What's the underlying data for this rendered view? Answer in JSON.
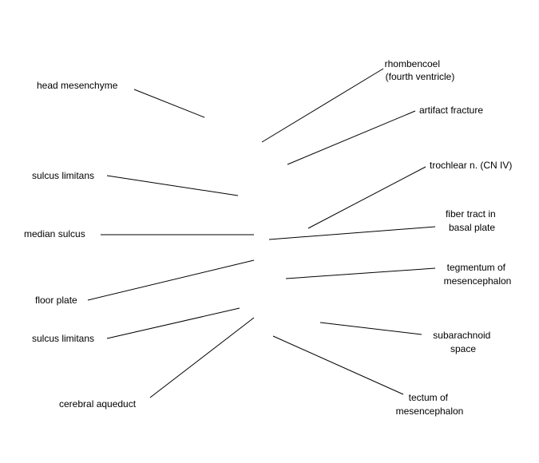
{
  "labels": {
    "head_mesenchyme": "head mesenchyme",
    "sulcus_limitans_upper": "sulcus limitans",
    "median_sulcus": "median sulcus",
    "floor_plate": "floor plate",
    "sulcus_limitans_lower": "sulcus limitans",
    "cerebral_aqueduct": "cerebral aqueduct",
    "rhombencoel": [
      "rhombencoel",
      "(fourth ventricle)"
    ],
    "artifact_fracture": "artifact fracture",
    "trochlear_nerve": "trochlear n. (CN IV)",
    "fiber_tract": [
      "fiber tract in",
      "basal plate"
    ],
    "tegmentum": [
      "tegmentum of",
      "mesencephalon"
    ],
    "subarachnoid_space": [
      "subarachnoid",
      "space"
    ],
    "tectum": [
      "tectum of",
      "mesencephalon"
    ]
  },
  "colors": {
    "background": "#ffffff",
    "ink": "#000000"
  }
}
